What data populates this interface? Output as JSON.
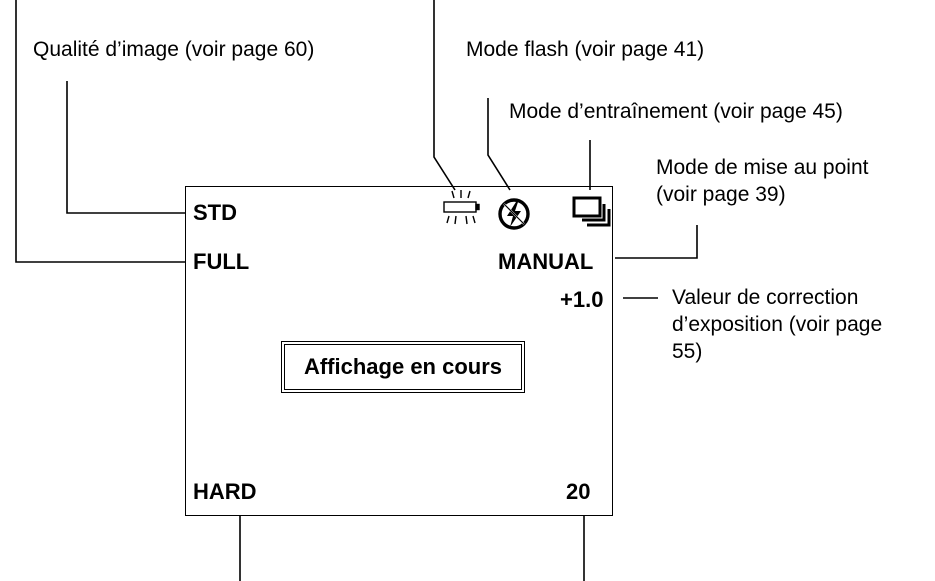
{
  "callouts": {
    "image_quality": "Qualité d’image (voir page 60)",
    "flash_mode": "Mode flash (voir page 41)",
    "drive_mode": "Mode d’entraînement (voir page 45)",
    "focus_mode_line1": "Mode de mise au point",
    "focus_mode_line2": "(voir page 39)",
    "exposure_line1": "Valeur de correction",
    "exposure_line2": "d’exposition (voir page",
    "exposure_line3": "55)"
  },
  "display": {
    "quality": "STD",
    "image_size": "FULL",
    "focus": "MANUAL",
    "exposure_value": "+1.0",
    "message": "Affichage en cours",
    "sharpness": "HARD",
    "frame_count": "20"
  },
  "icons": {
    "battery_blink": "battery-blink-icon",
    "flash_off": "flash-off-icon",
    "continuous_drive": "continuous-drive-icon"
  }
}
